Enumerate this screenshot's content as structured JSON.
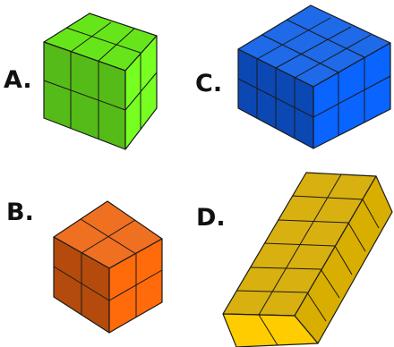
{
  "labels": {
    "a": "A.",
    "b": "B.",
    "c": "C.",
    "d": "D."
  },
  "figures": [
    {
      "id": "a",
      "color": "green",
      "dims": [
        3,
        2,
        2
      ]
    },
    {
      "id": "b",
      "color": "orange",
      "dims": [
        2,
        2,
        2
      ]
    },
    {
      "id": "c",
      "color": "blue",
      "dims": [
        4,
        3,
        2
      ]
    },
    {
      "id": "d",
      "color": "yellow",
      "dims": [
        2,
        6,
        1
      ]
    }
  ],
  "colors": {
    "green": {
      "top": "#66e61a",
      "left": "#55bb18",
      "right": "#77ff22"
    },
    "orange": {
      "top": "#f07022",
      "left": "#b44b0c",
      "right": "#ff6a0a"
    },
    "blue": {
      "top": "#1e6ae8",
      "left": "#0c48b4",
      "right": "#0a64ff"
    },
    "yellow": {
      "top": "#d8b010",
      "left": "#c89c00",
      "right": "#d8ae00",
      "front": "#ffcc00"
    },
    "grid": "#1a1a1a"
  }
}
